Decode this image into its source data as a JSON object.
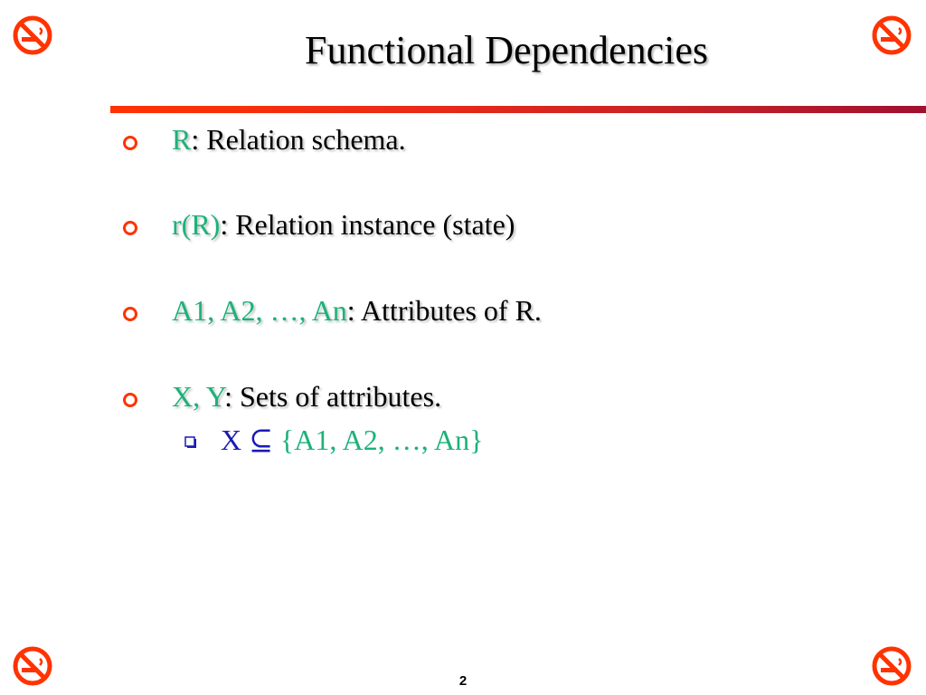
{
  "slide": {
    "title": "Functional Dependencies",
    "page_number": "2"
  },
  "bullets": [
    {
      "term": "R",
      "text": ": Relation schema."
    },
    {
      "term": "r(R)",
      "text": ": Relation instance (state)"
    },
    {
      "term": "A1, A2, …, An",
      "text": ": Attributes of R."
    },
    {
      "term": "X, Y",
      "text": ": Sets of attributes."
    }
  ],
  "sub_bullet": {
    "left": "X ",
    "symbol": "⊆",
    "right": " {A1, A2, …, An}"
  },
  "colors": {
    "accent_green": "#1cb27a",
    "accent_blue": "#1a1ab8",
    "bullet_red": "#ff3300",
    "rule_start": "#ff3300",
    "rule_end": "#a01030"
  },
  "icons": {
    "corner": "no-smoking-icon",
    "bullet": "circle-bullet-icon",
    "sub_bullet": "square-bullet-icon"
  }
}
